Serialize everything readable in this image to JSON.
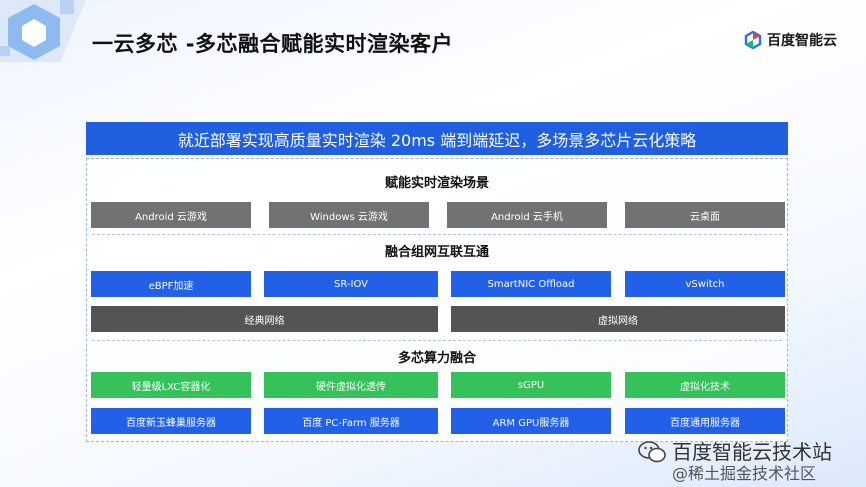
{
  "title": "一云多芯 -多芯融合赋能实时渲染客户",
  "logo": {
    "text": "百度智能云"
  },
  "banner": "就近部署实现高质量实时渲染 20ms 端到端延迟，多场景多芯片云化策略",
  "sections": [
    {
      "title": "赋能实时渲染场景",
      "rows": [
        [
          "Android 云游戏",
          "Windows 云游戏",
          "Android 云手机",
          "云桌面"
        ]
      ]
    },
    {
      "title": "融合组网互联互通",
      "rows": [
        [
          "eBPF加速",
          "SR-IOV",
          "SmartNIC Offload",
          "vSwitch"
        ],
        [
          "经典网络",
          "虚拟网络"
        ]
      ]
    },
    {
      "title": "多芯算力融合",
      "rows": [
        [
          "轻量级LXC容器化",
          "硬件虚拟化透传",
          "sGPU",
          "虚拟化技术"
        ],
        [
          "百度新玉蜂巢服务器",
          "百度 PC-Farm 服务器",
          "ARM GPU服务器",
          "百度通用服务器"
        ]
      ]
    }
  ],
  "watermark": {
    "line1": "百度智能云技术站",
    "line2": "@稀土掘金技术社区"
  },
  "colors": {
    "banner": "#1f5fe0",
    "scenario": "#727272",
    "network_primary": "#2260e8",
    "network_base": "#545454",
    "compute_primary": "#35c25a",
    "compute_base": "#2260e8"
  }
}
